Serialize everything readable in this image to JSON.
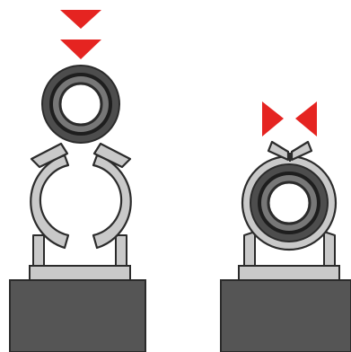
{
  "diagram": {
    "panels": [
      {
        "id": "before",
        "state": "ring-above-open-clip",
        "arrow_direction": "down"
      },
      {
        "id": "after",
        "state": "ring-snapped-into-clip",
        "arrow_direction": "inward"
      }
    ],
    "colors": {
      "arrow": "#e52421",
      "base": "#555555",
      "clip": "#c9c9c9",
      "outline": "#2b2b2b",
      "ring_outer": "#4d4d4d",
      "ring_inner": "#777777"
    },
    "icons": [
      "arrow-down-icon",
      "arrow-right-icon",
      "arrow-left-icon",
      "ring-icon",
      "clip-icon",
      "base-block-icon"
    ]
  }
}
